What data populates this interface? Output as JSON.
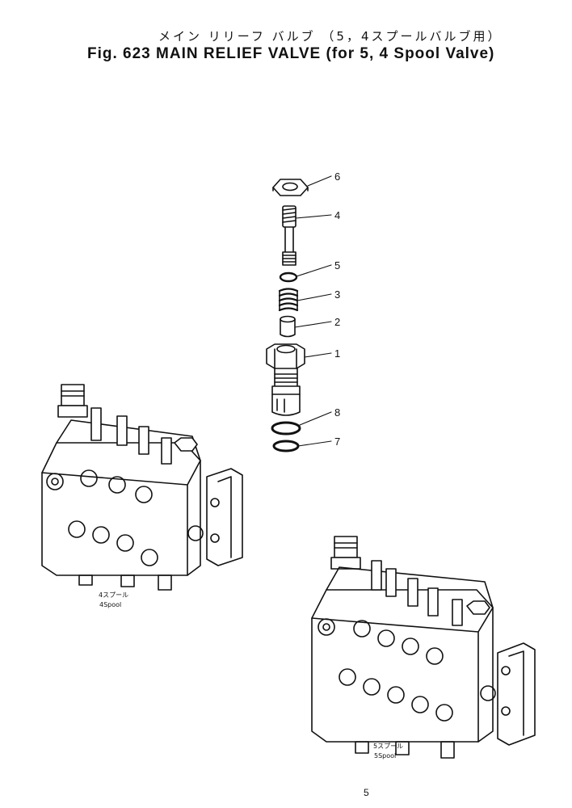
{
  "title": {
    "japanese": "メイン リリーフ バルブ （5，4スプールバルブ用）",
    "english": "Fig. 623 MAIN RELIEF VALVE (for 5, 4 Spool Valve)"
  },
  "callouts": [
    {
      "number": "6",
      "part": "nut-hex"
    },
    {
      "number": "4",
      "part": "poppet-stem"
    },
    {
      "number": "5",
      "part": "o-ring-small"
    },
    {
      "number": "3",
      "part": "spring"
    },
    {
      "number": "2",
      "part": "piston"
    },
    {
      "number": "1",
      "part": "valve-body"
    },
    {
      "number": "8",
      "part": "ring-backup"
    },
    {
      "number": "7",
      "part": "o-ring-large"
    }
  ],
  "assemblies": [
    {
      "caption_jp": "4スプール",
      "caption_en": "4Spool"
    },
    {
      "caption_jp": "5スプール",
      "caption_en": "5Spool"
    }
  ],
  "page_mark": "5"
}
